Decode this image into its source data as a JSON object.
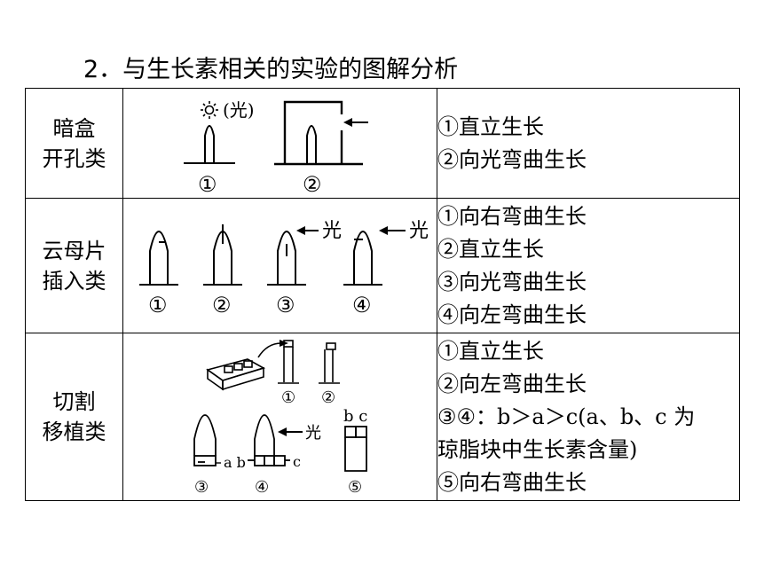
{
  "heading": "2．与生长素相关的实验的图解分析",
  "rows": [
    {
      "category": [
        "暗盒",
        "开孔类"
      ],
      "figure": {
        "light": "(光)",
        "labels": [
          "①",
          "②"
        ]
      },
      "results": [
        "①直立生长",
        "②向光弯曲生长"
      ]
    },
    {
      "category": [
        "云母片",
        "插入类"
      ],
      "figure": {
        "light_labels": [
          "光",
          "光"
        ],
        "labels": [
          "①",
          "②",
          "③",
          "④"
        ]
      },
      "results": [
        "①向右弯曲生长",
        "②直立生长",
        "③向光弯曲生长",
        "④向左弯曲生长"
      ]
    },
    {
      "category": [
        "切割",
        "移植类"
      ],
      "figure": {
        "light": "光",
        "ab": "a b",
        "c": "c",
        "bc": "b c",
        "labels_top": [
          "①",
          "②"
        ],
        "labels_bottom": [
          "③",
          "④",
          "⑤"
        ]
      },
      "results": [
        "①直立生长",
        "②向左弯曲生长",
        "③④：b＞a＞c(a、b、c 为",
        "琼脂块中生长素含量)",
        "⑤向右弯曲生长"
      ]
    }
  ]
}
